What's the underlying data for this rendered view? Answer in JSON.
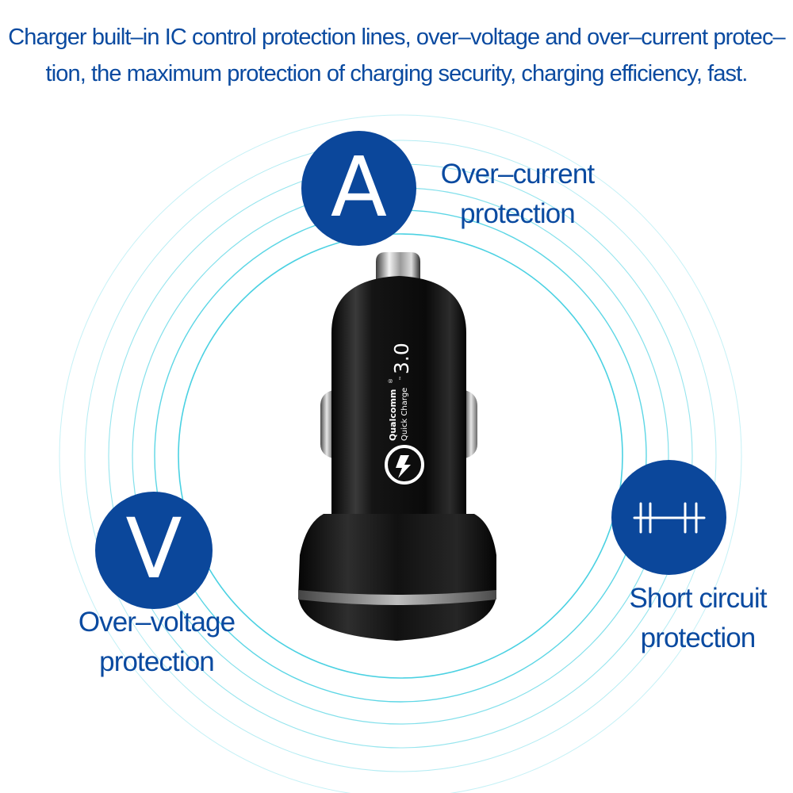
{
  "headline": {
    "line1": "Charger built–in IC control protection lines, over–voltage and over–current protec–",
    "line2": "tion, the maximum protection of charging security, charging efficiency, fast."
  },
  "features": {
    "current": {
      "symbol": "A",
      "line1": "Over–current",
      "line2": "protection"
    },
    "voltage": {
      "symbol": "V",
      "line1": "Over–voltage",
      "line2": "protection"
    },
    "short": {
      "icon": "short-circuit-icon",
      "line1": "Short circuit",
      "line2": "protection"
    }
  },
  "product": {
    "brand": "Qualcomm",
    "product_line": "Quick Charge",
    "version": "3.0",
    "registered_mark": "®",
    "trademark": "™"
  },
  "colors": {
    "brand_blue": "#0b479b",
    "text_blue": "#0a4aa0",
    "ring_cyan": "#3fd0e0",
    "charger_body": "#0d0d0d",
    "accent_silver": "#8a8a8a"
  }
}
